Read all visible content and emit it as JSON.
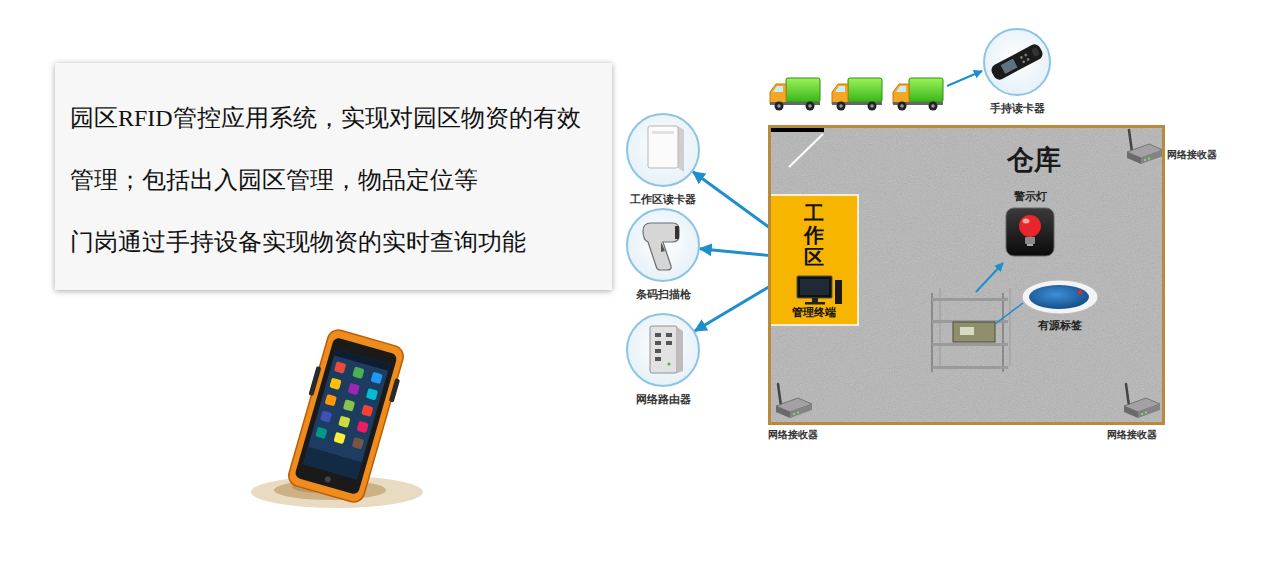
{
  "diagram": {
    "nodes": [
      {
        "text": [
          "园区RFID管控应用系统，实现对园区物资的有效 管理；包括出入园区管理，物品定位等",
          "门岗通过手持设备实现物资的实时查询功能"
        ]
      },
      {
        "text": [
          "手持读卡器"
        ]
      },
      {
        "text": [
          "工作区读卡器"
        ]
      },
      {
        "text": [
          "条码扫描枪"
        ]
      },
      {
        "text": [
          "网络路由器"
        ]
      },
      {
        "text": [
          "仓库"
        ]
      },
      {
        "text": [
          "工作区",
          "管理终端"
        ],
        "in": 5
      },
      {
        "text": [
          "警示灯"
        ],
        "in": 5
      },
      {
        "text": [
          "有源标签"
        ],
        "in": 5
      }
    ],
    "edges": [
      {
        "from": 6,
        "to": 2,
        "arrow": "to"
      },
      {
        "from": 6,
        "to": 3,
        "arrow": "to"
      },
      {
        "from": 6,
        "to": 4,
        "arrow": "to"
      }
    ],
    "labels": [
      "网络接收器",
      "网络接收器",
      "网络接收器"
    ]
  }
}
